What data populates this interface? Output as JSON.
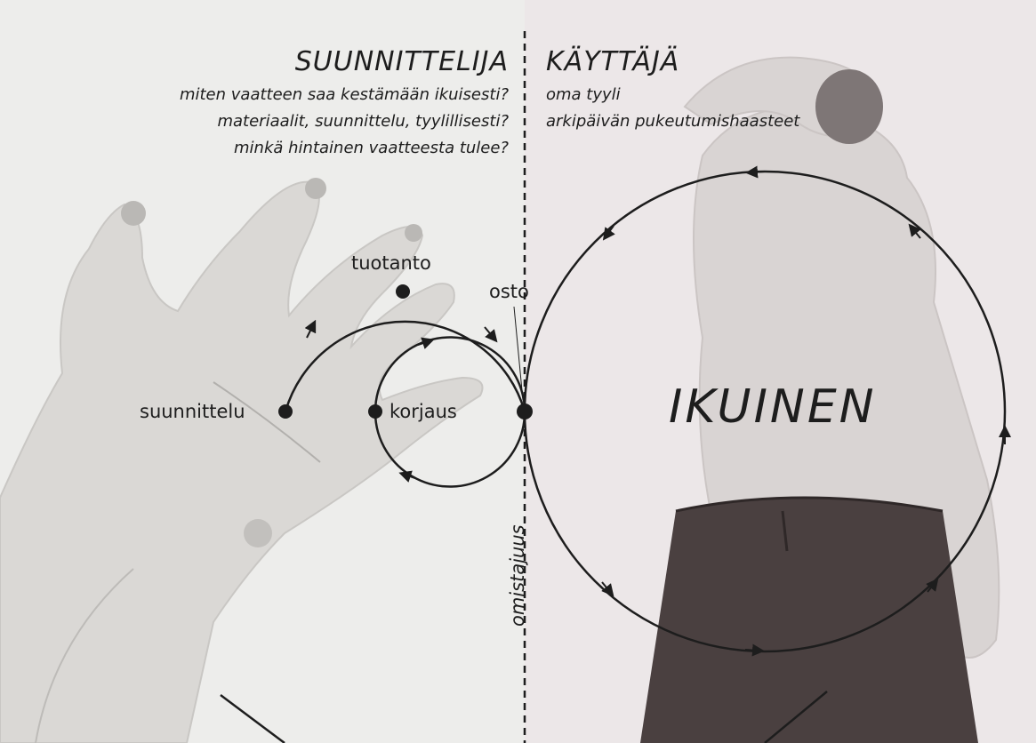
{
  "designer": {
    "title": "SUUNNITTELIJA",
    "lines": [
      "miten vaatteen saa kestämään ikuisesti?",
      "materiaalit, suunnittelu, tyylillisesti?",
      "minkä hintainen vaatteesta tulee?"
    ]
  },
  "user": {
    "title": "KÄYTTÄJÄ",
    "lines": [
      "oma tyyli",
      "arkipäivän pukeutumishaasteet"
    ]
  },
  "cycle": {
    "nodes": {
      "design": "suunnittelu",
      "production": "tuotanto",
      "purchase": "osto",
      "repair": "korjaus"
    },
    "center": "IKUINEN"
  },
  "axis_label": "omistajuus",
  "colors": {
    "left_background": "#ededeb",
    "right_background": "#ece7e8",
    "ink": "#1d1d1d",
    "skin": "#d8d6d3",
    "fabric": "#4a4040"
  }
}
